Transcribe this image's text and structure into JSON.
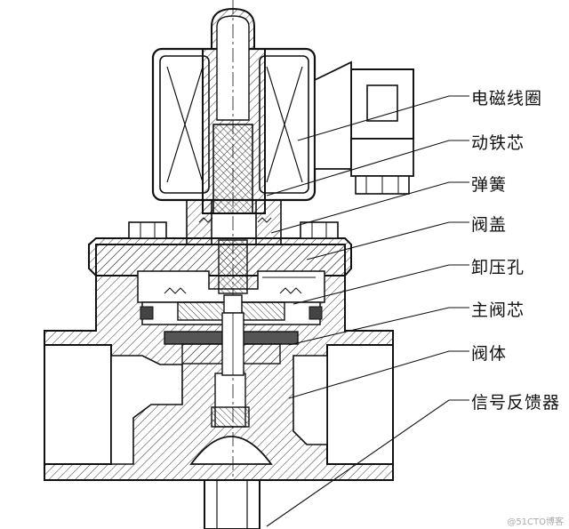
{
  "labels": [
    {
      "id": "coil",
      "text": "电磁线圈"
    },
    {
      "id": "plunger",
      "text": "动铁芯"
    },
    {
      "id": "spring",
      "text": "弹簧"
    },
    {
      "id": "bonnet",
      "text": "阀盖"
    },
    {
      "id": "bleed",
      "text": "卸压孔"
    },
    {
      "id": "main-core",
      "text": "主阀芯"
    },
    {
      "id": "body",
      "text": "阀体"
    },
    {
      "id": "feedback",
      "text": "信号反馈器"
    }
  ],
  "watermark": "@51CTO博客"
}
